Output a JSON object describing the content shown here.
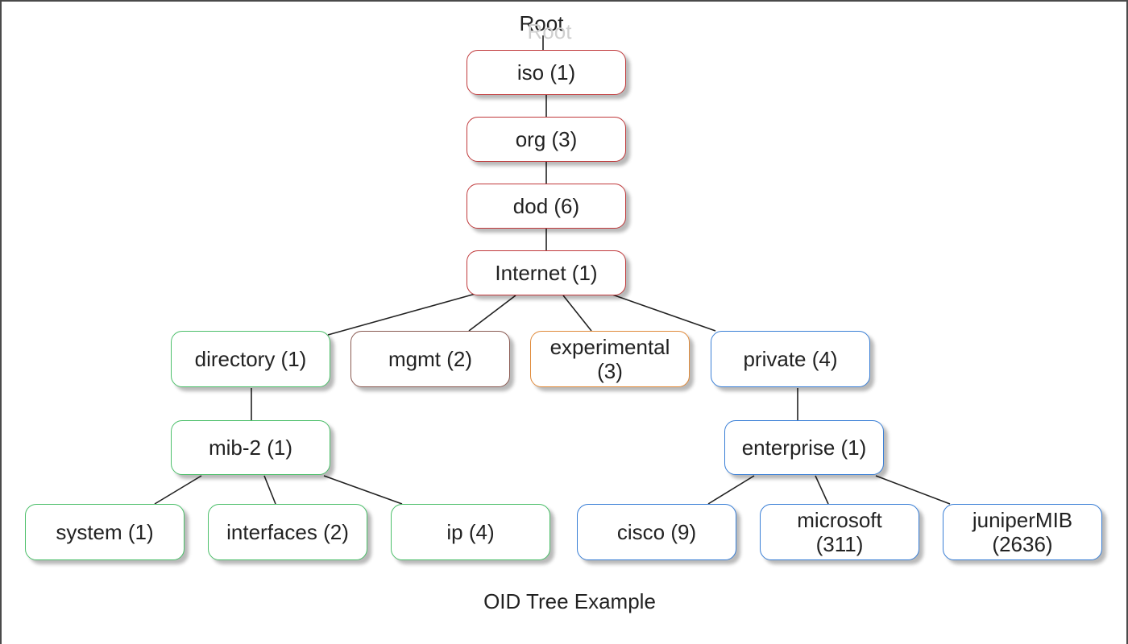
{
  "diagram": {
    "root_label": "Root",
    "root_ghost_label": "Root",
    "caption": "OID Tree Example",
    "colors": {
      "red_branch": "#c0393b",
      "green_branch": "#4cbf6a",
      "brown_branch": "#8a5a52",
      "orange_branch": "#e08a3a",
      "blue_branch": "#3a7fd6",
      "connector": "#222222"
    },
    "nodes": {
      "iso": "iso (1)",
      "org": "org (3)",
      "dod": "dod (6)",
      "internet": "Internet (1)",
      "directory": "directory (1)",
      "mgmt": "mgmt (2)",
      "experimental": "experimental\n(3)",
      "private": "private (4)",
      "mib2": "mib-2 (1)",
      "enterprise": "enterprise (1)",
      "system": "system (1)",
      "interfaces": "interfaces (2)",
      "ip": "ip (4)",
      "cisco": "cisco (9)",
      "microsoft": "microsoft\n(311)",
      "juniper": "juniperMIB\n(2636)"
    }
  }
}
